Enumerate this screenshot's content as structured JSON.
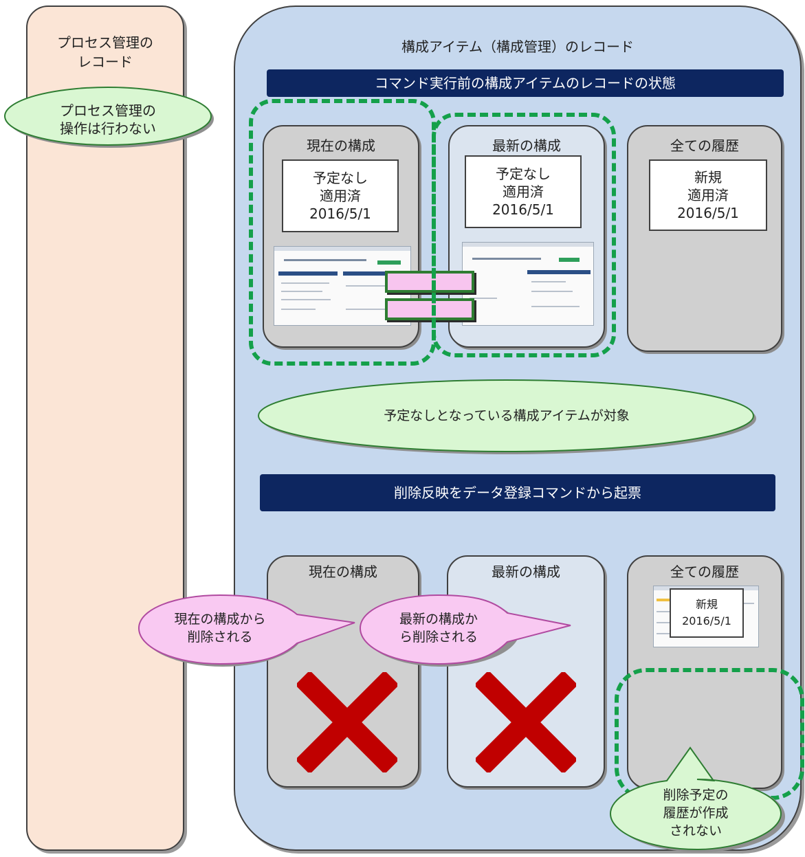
{
  "process": {
    "title_line1": "プロセス管理の",
    "title_line2": "レコード",
    "note_line1": "プロセス管理の",
    "note_line2": "操作は行わない"
  },
  "ci": {
    "title": "構成アイテム（構成管理）のレコード",
    "banner_before": "コマンド実行前の構成アイテムのレコードの状態",
    "target_note": "予定なしとなっている構成アイテムが対象",
    "banner_action": "削除反映をデータ登録コマンドから起票"
  },
  "before": {
    "current": {
      "title": "現在の構成",
      "line1": "予定なし",
      "line2": "適用済",
      "line3": "2016/5/1"
    },
    "latest": {
      "title": "最新の構成",
      "line1": "予定なし",
      "line2": "適用済",
      "line3": "2016/5/1"
    },
    "history": {
      "title": "全ての履歴",
      "line1": "新規",
      "line2": "適用済",
      "line3": "2016/5/1"
    }
  },
  "after": {
    "current": {
      "title": "現在の構成",
      "callout_line1": "現在の構成から",
      "callout_line2": "削除される"
    },
    "latest": {
      "title": "最新の構成",
      "callout_line1": "最新の構成か",
      "callout_line2": "ら削除される"
    },
    "history": {
      "title": "全ての履歴",
      "line1": "新規",
      "line2": "2016/5/1",
      "note_line1": "削除予定の",
      "note_line2": "履歴が作成",
      "note_line3": "されない"
    }
  },
  "colors": {
    "process_bg": "#fbe5d6",
    "ci_bg": "#c6d8ee",
    "banner_bg": "#0d2660",
    "green_note": "#d9f7d2",
    "pink_callout": "#f9c9f2",
    "dashed_green": "#14a04a",
    "cross_red": "#c00000"
  }
}
